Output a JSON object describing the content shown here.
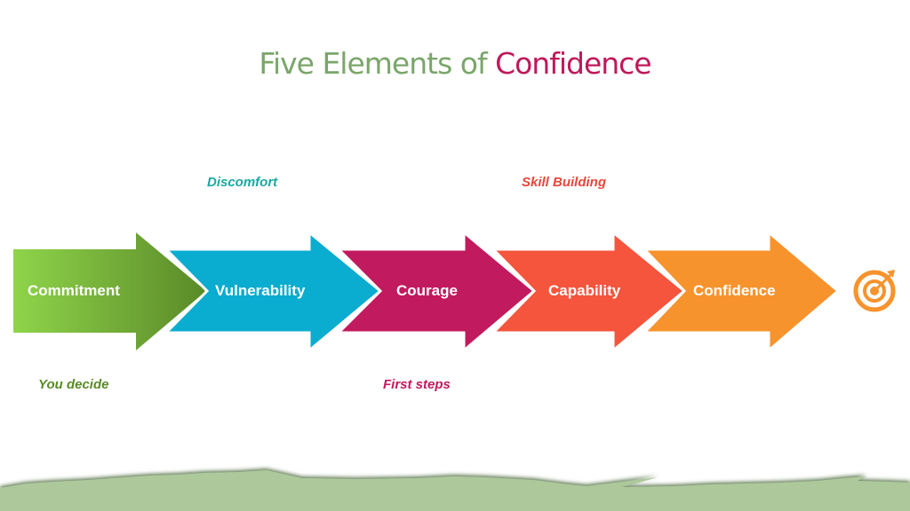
{
  "title": {
    "part1": "Five Elements of",
    "part2": "Confidence"
  },
  "steps": [
    {
      "label": "Commitment",
      "color": "#6a9c2e"
    },
    {
      "label": "Vulnerability",
      "color": "#0aaccf"
    },
    {
      "label": "Courage",
      "color": "#c21a5e"
    },
    {
      "label": "Capability",
      "color": "#f4553c"
    },
    {
      "label": "Confidence",
      "color": "#f7932d"
    }
  ],
  "annotations": {
    "discomfort": "Discomfort",
    "skill_building": "Skill Building",
    "you_decide": "You decide",
    "first_steps": "First steps"
  },
  "icon": "target-icon"
}
